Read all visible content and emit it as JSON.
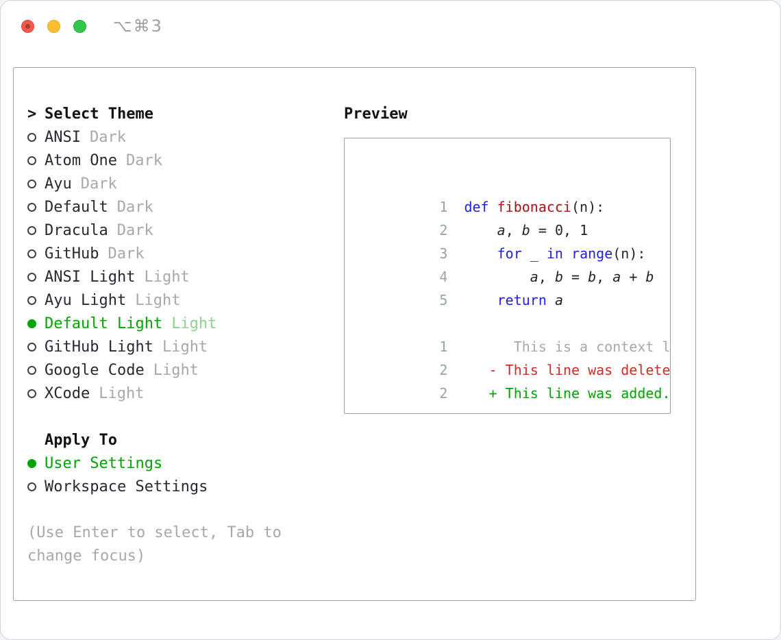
{
  "titlebar": {
    "shortcut": "⌥⌘3"
  },
  "select_theme": {
    "prefix": ">",
    "title": "Select Theme",
    "items": [
      {
        "name": "ANSI",
        "variant": "Dark",
        "selected": false
      },
      {
        "name": "Atom One",
        "variant": "Dark",
        "selected": false
      },
      {
        "name": "Ayu",
        "variant": "Dark",
        "selected": false
      },
      {
        "name": "Default",
        "variant": "Dark",
        "selected": false
      },
      {
        "name": "Dracula",
        "variant": "Dark",
        "selected": false
      },
      {
        "name": "GitHub",
        "variant": "Dark",
        "selected": false
      },
      {
        "name": "ANSI Light",
        "variant": "Light",
        "selected": false
      },
      {
        "name": "Ayu Light",
        "variant": "Light",
        "selected": false
      },
      {
        "name": "Default Light",
        "variant": "Light",
        "selected": true
      },
      {
        "name": "GitHub Light",
        "variant": "Light",
        "selected": false
      },
      {
        "name": "Google Code",
        "variant": "Light",
        "selected": false
      },
      {
        "name": "XCode",
        "variant": "Light",
        "selected": false
      }
    ]
  },
  "apply_to": {
    "title": "Apply To",
    "options": [
      {
        "label": "User Settings",
        "selected": true
      },
      {
        "label": "Workspace Settings",
        "selected": false
      }
    ]
  },
  "hint": "(Use Enter to select, Tab to\nchange focus)",
  "preview": {
    "title": "Preview",
    "code": [
      {
        "num": "1",
        "s0": "def ",
        "s1": "fibonacci",
        "s2": "(n):"
      },
      {
        "num": "2",
        "s0": "    ",
        "s1": "a",
        "s2": ", ",
        "s3": "b",
        "s4": " = 0, 1"
      },
      {
        "num": "3",
        "s0": "    ",
        "s1": "for",
        "s2": " _ ",
        "s3": "in",
        "s4": " ",
        "s5": "range",
        "s6": "(n):"
      },
      {
        "num": "4",
        "s0": "        ",
        "s1": "a",
        "s2": ", ",
        "s3": "b",
        "s4": " = ",
        "s5": "b",
        "s6": ", ",
        "s7": "a",
        "s8": " + ",
        "s9": "b"
      },
      {
        "num": "5",
        "s0": "    ",
        "s1": "return",
        "s2": " ",
        "s3": "a"
      }
    ],
    "diff": [
      {
        "num": "1",
        "text": "      This is a context line.",
        "type": "context"
      },
      {
        "num": "2",
        "text": "   - This line was deleted.",
        "type": "deleted"
      },
      {
        "num": "2",
        "text": "   + This line was added.",
        "type": "added"
      }
    ]
  },
  "colors": {
    "accent_green": "#00a400",
    "variant_gray": "#a8a8a8",
    "keyword_blue": "#1f1fe0",
    "function_red": "#a31515",
    "deleted_red": "#cf2a27",
    "line_number_gray": "#98a2aa"
  }
}
